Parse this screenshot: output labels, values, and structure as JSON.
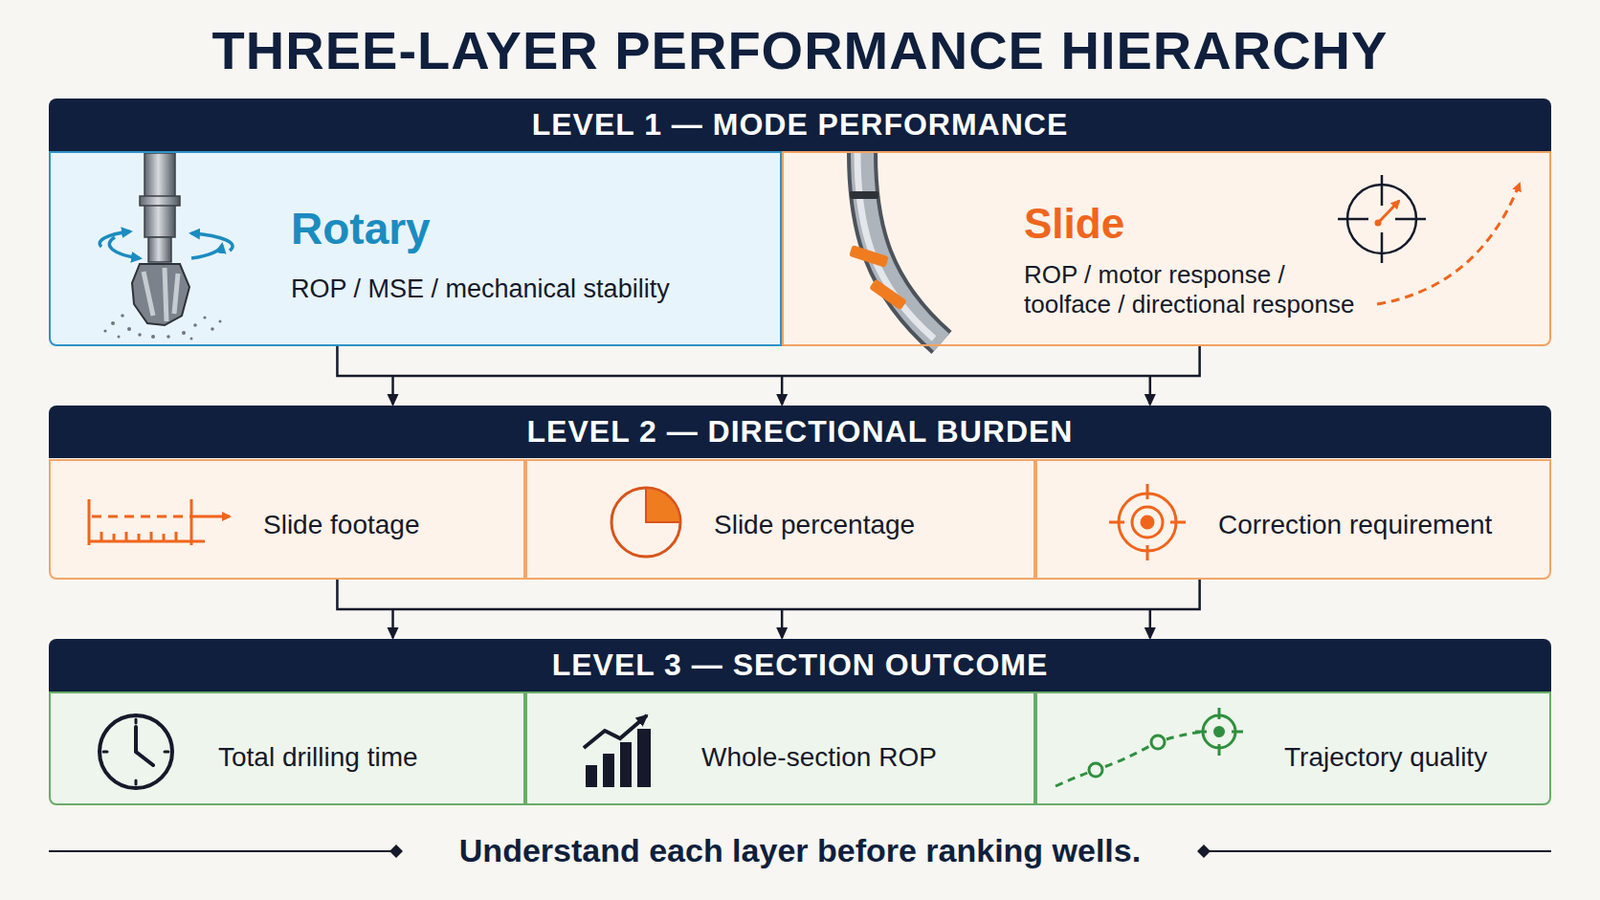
{
  "diagram": {
    "title": "THREE-LAYER PERFORMANCE HIERARCHY",
    "caption": "Understand each layer before ranking wells.",
    "nodes": [
      {
        "text": [
          "LEVEL 1 — MODE PERFORMANCE"
        ]
      },
      {
        "text": [
          "Rotary",
          "ROP / MSE / mechanical stability"
        ],
        "in": 0
      },
      {
        "text": [
          "Slide",
          "ROP / motor response / toolface / directional response"
        ],
        "in": 0
      },
      {
        "text": [
          "LEVEL 2 — DIRECTIONAL BURDEN"
        ]
      },
      {
        "text": [
          "Slide footage"
        ],
        "in": 3
      },
      {
        "text": [
          "Slide percentage"
        ],
        "in": 3
      },
      {
        "text": [
          "Correction requirement"
        ],
        "in": 3
      },
      {
        "text": [
          "LEVEL 3 — SECTION OUTCOME"
        ]
      },
      {
        "text": [
          "Total drilling time"
        ],
        "in": 7
      },
      {
        "text": [
          "Whole-section ROP"
        ],
        "in": 7
      },
      {
        "text": [
          "Trajectory quality"
        ],
        "in": 7
      }
    ],
    "edges": [
      {
        "from": 0,
        "to": 3,
        "arrow": "to"
      },
      {
        "from": 3,
        "to": 7,
        "arrow": "to"
      }
    ]
  }
}
